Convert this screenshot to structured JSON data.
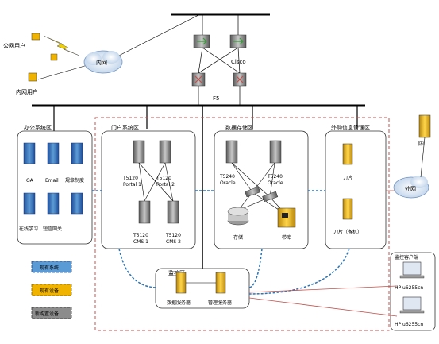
{
  "labels": {
    "public_user": "公网用户",
    "internal_user": "内网用户",
    "intranet": "内网",
    "cisco": "Cisco",
    "f5": "F5",
    "extranet": "外网",
    "plus_device": "防I"
  },
  "zones": {
    "office": {
      "title": "办公系统区",
      "servers": [
        "OA",
        "Email",
        "规章制度",
        "在线学习",
        "短信网关",
        "……"
      ]
    },
    "portal": {
      "title": "门户系统区",
      "servers": [
        "T5120\nPortal 1",
        "T5120\nPortal 2",
        "T5120\nCMS 1",
        "T5120\nCMS 2"
      ]
    },
    "data": {
      "title": "数据存储区",
      "servers": [
        "T5240\nOracle",
        "T5240\nOracle"
      ],
      "storage": "存储",
      "tape": "带库"
    },
    "external": {
      "title": "外购信息管理区",
      "servers": [
        "刀片",
        "刀片（备机）"
      ]
    },
    "monitor": {
      "title": "监控区",
      "servers": [
        "数据服务器",
        "管理服务器"
      ]
    },
    "clients": {
      "title": "监控客户端",
      "items": [
        "HP u6255cn",
        "HP u6255cn"
      ]
    }
  },
  "legend": {
    "existing_system": "现有系统",
    "existing_device": "现有设备",
    "new_device": "新购置设备"
  },
  "colors": {
    "existing_system": "#2e75b6",
    "existing_device": "#f0b400",
    "new_device": "#7f7f7f",
    "dashed_red": "#c0504d",
    "dashed_blue": "#2e75b6"
  }
}
